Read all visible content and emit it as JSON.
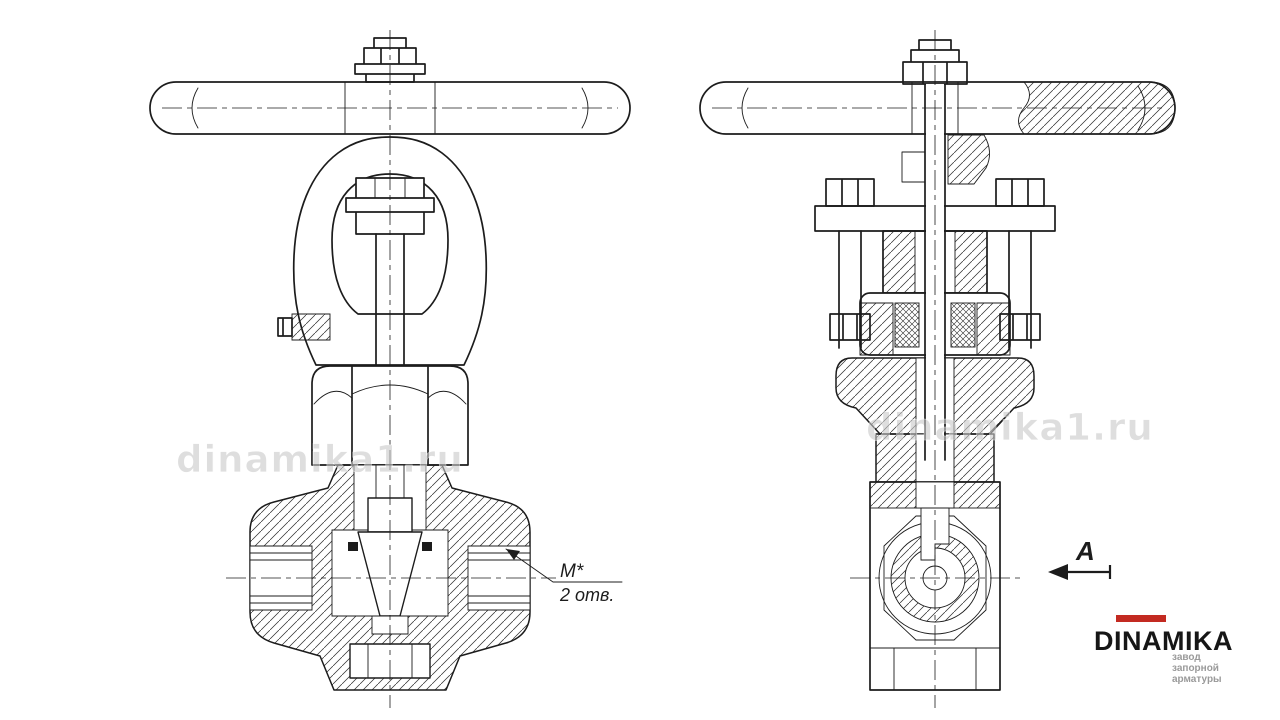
{
  "annotations": {
    "thread_label": "M*",
    "holes_label": "2 отв.",
    "section_label": "A"
  },
  "watermarks": [
    {
      "text": "dinamika1.ru"
    },
    {
      "text": "dinamika1.ru"
    }
  ],
  "logo": {
    "brand": "DINAMIKA",
    "tagline": [
      "завод",
      "запорной",
      "арматуры"
    ],
    "accent_color": "#c32a21",
    "text_color": "#161616",
    "tagline_color": "#9a9a9a"
  },
  "colors": {
    "line": "#1c1c1c",
    "background": "#ffffff",
    "watermark": "#c9c9c9"
  }
}
